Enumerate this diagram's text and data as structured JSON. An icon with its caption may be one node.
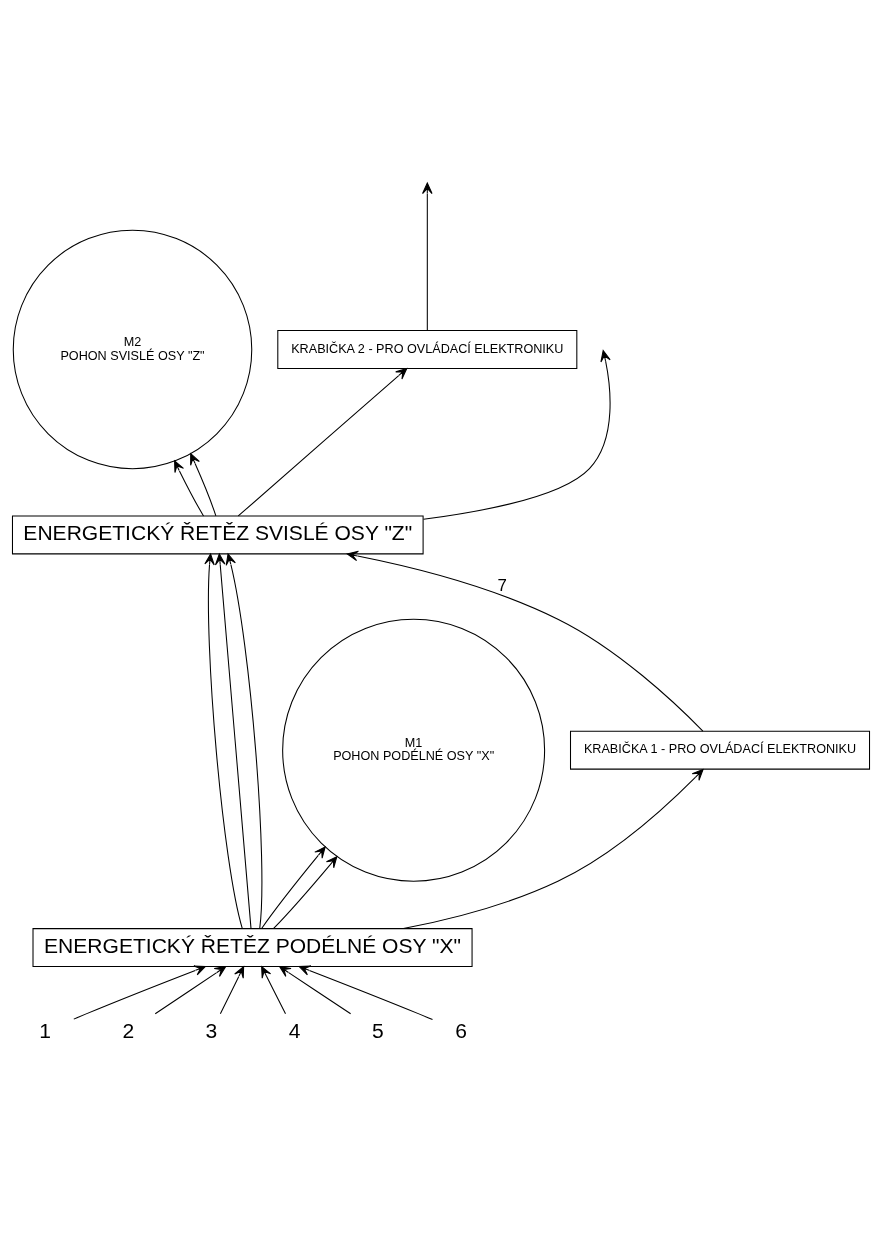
{
  "diagram": {
    "nodes": [
      {
        "text": [
          "M2",
          "POHON SVISLÉ OSY \"Z\""
        ]
      },
      {
        "text": [
          "KRABIČKA 2 - PRO OVLÁDACÍ ELEKTRONIKU"
        ]
      },
      {
        "text": [
          "ENERGETICKÝ ŘETĚZ SVISLÉ OSY \"Z\""
        ]
      },
      {
        "text": [
          "M1",
          "POHON PODÉLNÉ OSY \"X\""
        ]
      },
      {
        "text": [
          "KRABIČKA 1 - PRO OVLÁDACÍ ELEKTRONIKU"
        ]
      },
      {
        "text": [
          "ENERGETICKÝ ŘETĚZ PODÉLNÉ OSY \"X\""
        ]
      },
      {
        "text": [
          "1"
        ]
      },
      {
        "text": [
          "2"
        ]
      },
      {
        "text": [
          "3"
        ]
      },
      {
        "text": [
          "4"
        ]
      },
      {
        "text": [
          "5"
        ]
      },
      {
        "text": [
          "6"
        ]
      }
    ],
    "edges": [
      {
        "from": 6,
        "to": 5,
        "arrow": "to"
      },
      {
        "from": 7,
        "to": 5,
        "arrow": "to"
      },
      {
        "from": 8,
        "to": 5,
        "arrow": "to"
      },
      {
        "from": 9,
        "to": 5,
        "arrow": "to"
      },
      {
        "from": 10,
        "to": 5,
        "arrow": "to"
      },
      {
        "from": 11,
        "to": 5,
        "arrow": "to"
      },
      {
        "from": 5,
        "to": 3,
        "arrow": "to"
      },
      {
        "from": 5,
        "to": 3,
        "arrow": "to"
      },
      {
        "from": 5,
        "to": 2,
        "arrow": "to"
      },
      {
        "from": 5,
        "to": 2,
        "arrow": "to"
      },
      {
        "from": 5,
        "to": 2,
        "arrow": "to"
      },
      {
        "from": 5,
        "to": 4,
        "arrow": "to"
      },
      {
        "from": 4,
        "to": 2,
        "arrow": "to",
        "label": "7"
      },
      {
        "from": 2,
        "to": 0,
        "arrow": "to"
      },
      {
        "from": 2,
        "to": 0,
        "arrow": "to"
      },
      {
        "from": 2,
        "to": null,
        "arrow": "to"
      },
      {
        "from": 2,
        "to": 1,
        "arrow": "to"
      },
      {
        "from": 1,
        "to": null,
        "arrow": "to"
      }
    ]
  }
}
